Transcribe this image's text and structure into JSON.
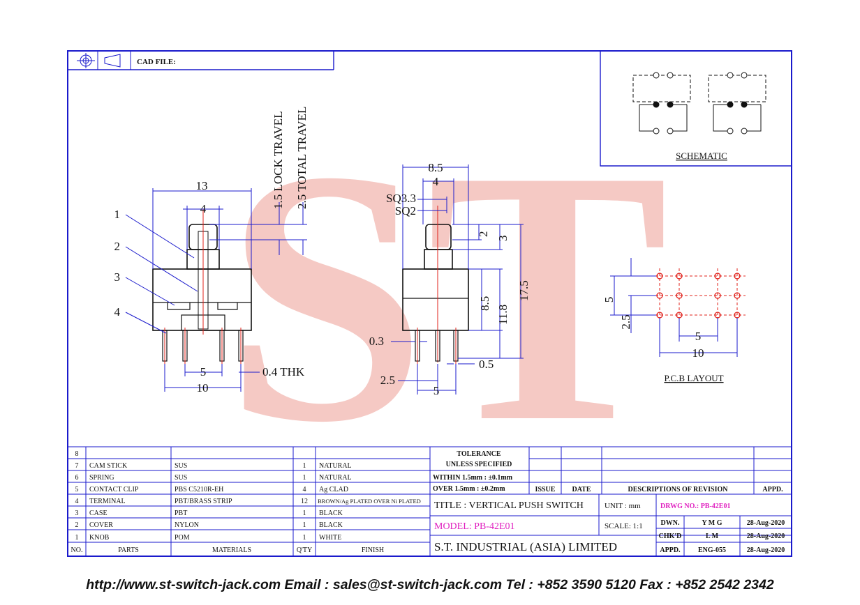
{
  "header": {
    "cad_file_label": "CAD FILE:"
  },
  "watermark": {
    "text": "ST",
    "color": "#f2a8a0"
  },
  "schematic": {
    "label": "SCHEMATIC"
  },
  "pcb": {
    "label": "P.C.B LAYOUT",
    "dims": {
      "pitch_v": "5",
      "offset_v": "2.5",
      "pitch_h": "5",
      "span_h": "10"
    }
  },
  "front_view": {
    "width": "13",
    "knob": "4",
    "lock_travel": "1.5 LOCK TRAVEL",
    "total_travel": "2.5 TOTAL TRAVEL",
    "pin_pitch": "5",
    "pin_span": "10",
    "thickness": "0.4 THK",
    "callouts": [
      "1",
      "2",
      "3",
      "4"
    ]
  },
  "side_view": {
    "width": "8.5",
    "inner": "4",
    "sq33": "SQ3.3",
    "sq2": "SQ2",
    "h2": "2",
    "h3": "3",
    "body": "8.5",
    "h118": "11.8",
    "total": "17.5",
    "pin_w": "0.3",
    "pin_t": "0.5",
    "offset": "2.5",
    "pitch": "5"
  },
  "bom": {
    "rows": [
      {
        "no": "8",
        "part": "",
        "material": "",
        "qty": "",
        "finish": ""
      },
      {
        "no": "7",
        "part": "CAM STICK",
        "material": "SUS",
        "qty": "1",
        "finish": "NATURAL"
      },
      {
        "no": "6",
        "part": "SPRING",
        "material": "SUS",
        "qty": "1",
        "finish": "NATURAL"
      },
      {
        "no": "5",
        "part": "CONTACT CLIP",
        "material": "PBS C5210R-EH",
        "qty": "4",
        "finish": "Ag CLAD"
      },
      {
        "no": "4",
        "part": "TERMINAL",
        "material": "PBT/BRASS STRIP",
        "qty": "12",
        "finish": "BROWN/Ag PLATED OVER Ni PLATED"
      },
      {
        "no": "3",
        "part": "CASE",
        "material": "PBT",
        "qty": "1",
        "finish": "BLACK"
      },
      {
        "no": "2",
        "part": "COVER",
        "material": "NYLON",
        "qty": "1",
        "finish": "BLACK"
      },
      {
        "no": "1",
        "part": "KNOB",
        "material": "POM",
        "qty": "1",
        "finish": "WHITE"
      }
    ],
    "headers": {
      "no": "NO.",
      "parts": "PARTS",
      "materials": "MATERIALS",
      "qty": "Q'TY",
      "finish": "FINISH"
    }
  },
  "tolerance": {
    "title": "TOLERANCE",
    "unless": "UNLESS   SPECIFIED",
    "within": "WITHIN  1.5mm : ±0.1mm",
    "over": "OVER    1.5mm : ±0.2mm"
  },
  "revision": {
    "issue": "ISSUE",
    "date": "DATE",
    "desc": "DESCRIPTIONS OF REVISION",
    "appd": "APPD."
  },
  "title_block": {
    "title": "TITLE : VERTICAL PUSH SWITCH",
    "unit": "UNIT :   mm",
    "drwg": "DRWG NO.: PB-42E01",
    "model": "MODEL: PB-42E01",
    "scale": "SCALE:   1:1",
    "company": "S.T.  INDUSTRIAL  (ASIA)  LIMITED",
    "dwn_label": "DWN.",
    "dwn": "Y M G",
    "dwn_date": "28-Aug-2020",
    "chkd_label": "CHK'D",
    "chkd": "L M",
    "chkd_date": "28-Aug-2020",
    "appd_label": "APPD.",
    "appd": "ENG-055",
    "appd_date": "28-Aug-2020",
    "magenta": "#e020c0"
  },
  "footer": {
    "text": "http://www.st-switch-jack.com  Email : sales@st-switch-jack.com  Tel : +852 3590 5120  Fax : +852 2542 2342"
  }
}
